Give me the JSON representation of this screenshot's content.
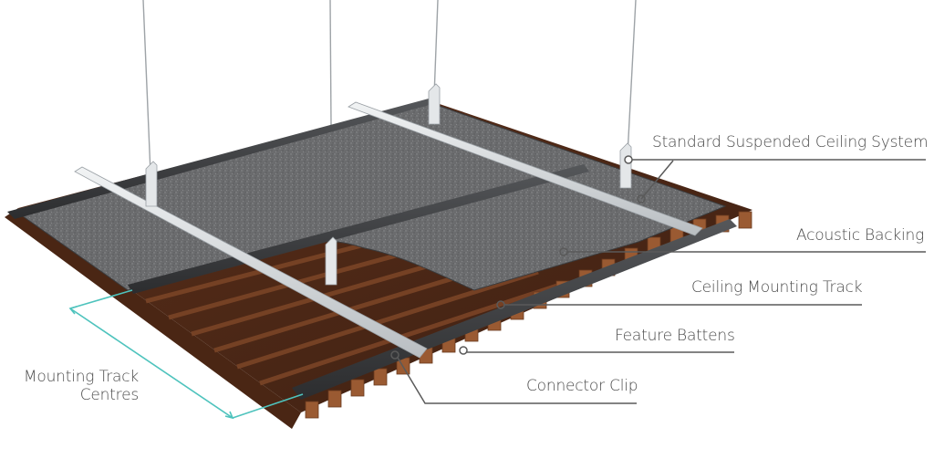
{
  "diagram": {
    "type": "exploded-isometric-product-diagram",
    "subject": "Suspended acoustic batten ceiling assembly",
    "colors": {
      "background": "#ffffff",
      "label_text": "#4a4a4a",
      "leader_line": "#5a5a5a",
      "dimension_line": "#4ec3bd",
      "acoustic_backing": "#6b6c6e",
      "mounting_track": "#3c3d40",
      "suspension_rail": "#d6dadd",
      "feature_battens": "#6b3a22",
      "batten_end_grain": "#9a5a32"
    },
    "callouts": [
      {
        "id": "suspended-ceiling",
        "label": "Standard Suspended Ceiling System"
      },
      {
        "id": "acoustic-backing",
        "label": "Acoustic Backing"
      },
      {
        "id": "mounting-track",
        "label": "Ceiling Mounting Track"
      },
      {
        "id": "feature-battens",
        "label": "Feature Battens"
      },
      {
        "id": "connector-clip",
        "label": "Connector Clip"
      }
    ],
    "dimension": {
      "label_line1": "Mounting Track",
      "label_line2": "Centres"
    }
  }
}
